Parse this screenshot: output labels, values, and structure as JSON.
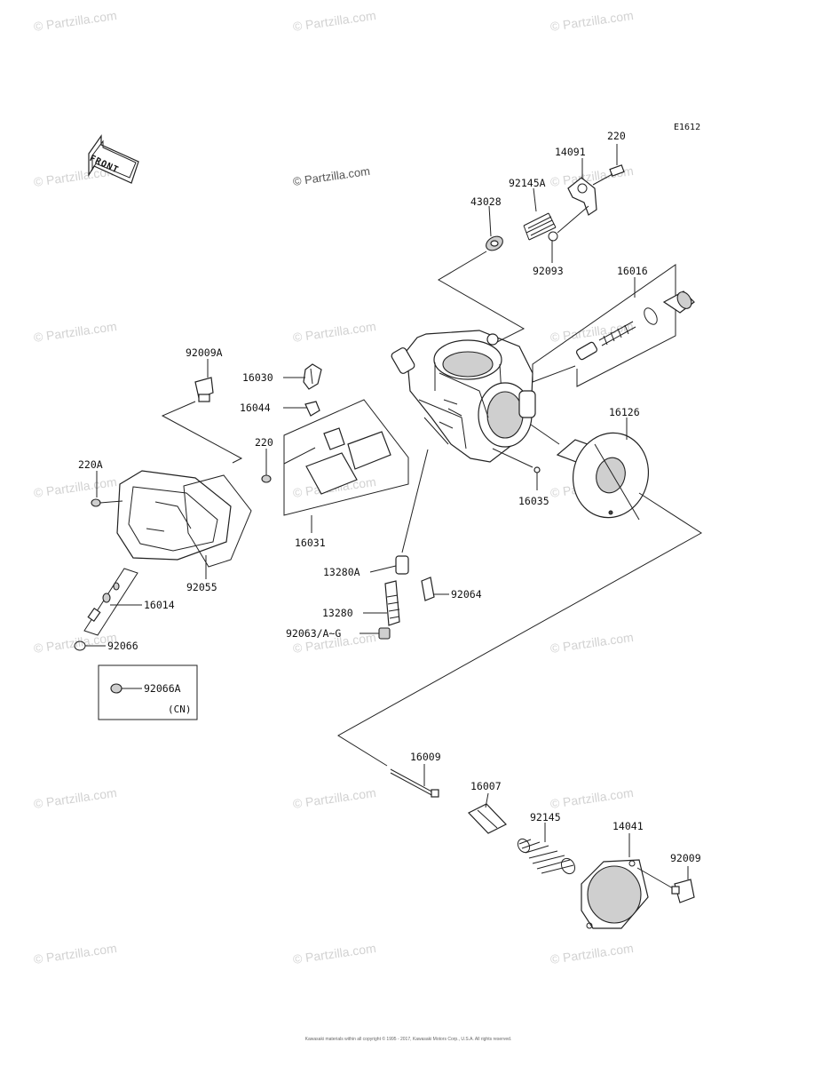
{
  "diagram_code": "E1612",
  "watermark": "© Partzilla.com",
  "front_label": "FRONT",
  "copyright_line1": "Kawasaki materials within all copyright © 1995 - 2017, Kawasaki Motors Corp., U.S.A. All rights reserved.",
  "copyright_line2": "",
  "option_note": "(CN)",
  "parts": {
    "p220_top": "220",
    "p14091": "14091",
    "p92145A": "92145A",
    "p43028": "43028",
    "p92093": "92093",
    "p16016": "16016",
    "p92009A": "92009A",
    "p16030": "16030",
    "p16044": "16044",
    "p220_mid": "220",
    "p220A": "220A",
    "p16126": "16126",
    "p16035": "16035",
    "p16031": "16031",
    "p92055": "92055",
    "p13280A": "13280A",
    "p92064": "92064",
    "p13280": "13280",
    "p92063": "92063/A~G",
    "p16014": "16014",
    "p92066": "92066",
    "p92066A": "92066A",
    "p16009": "16009",
    "p16007": "16007",
    "p92145": "92145",
    "p14041": "14041",
    "p92009": "92009"
  }
}
